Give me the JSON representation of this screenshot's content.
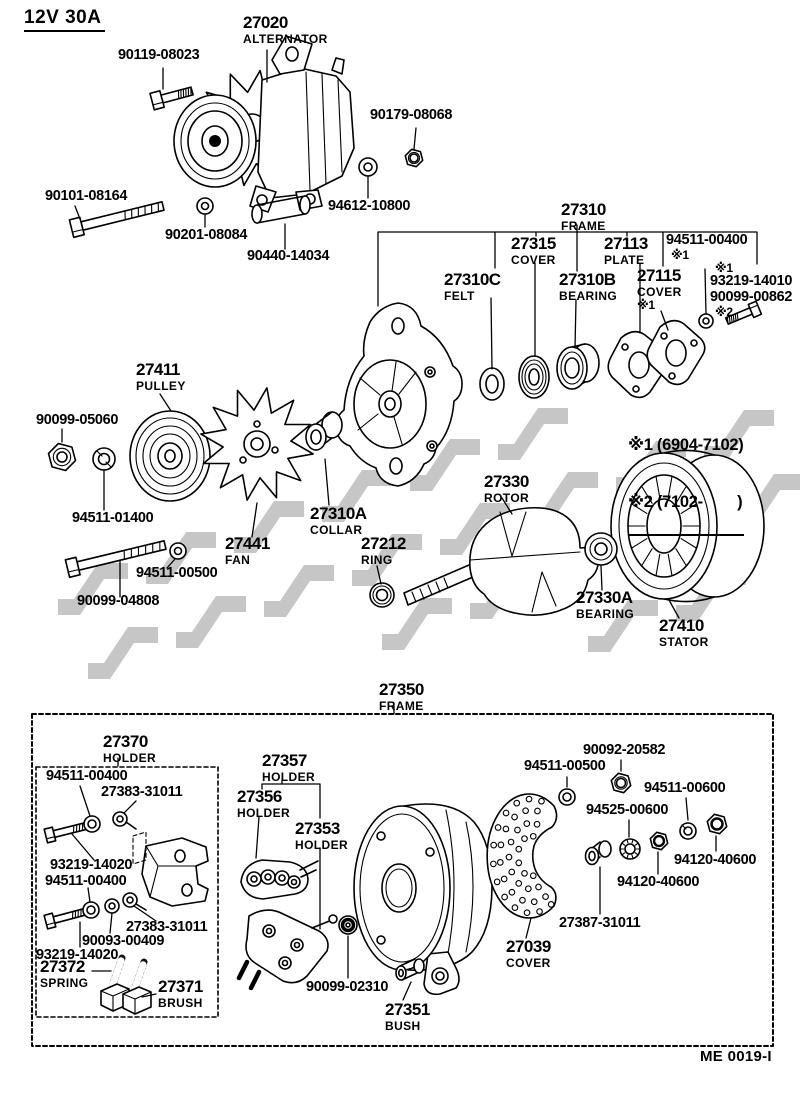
{
  "page": {
    "background": "#ffffff",
    "ink": "#000000",
    "watermark_color": "#c6c6c6"
  },
  "header": {
    "rating": "12V 30A"
  },
  "footer": {
    "doc_code": "ME 0019-I"
  },
  "notes": {
    "line1": "※1 (6904-7102)",
    "line2": "※2 (7102-        )"
  },
  "marks": {
    "star1": "※1",
    "star2": "※2"
  },
  "parts": {
    "alternator": {
      "num": "27020",
      "name": "ALTERNATOR"
    },
    "frame_front": {
      "num": "27310",
      "name": "FRAME"
    },
    "felt": {
      "num": "27310C",
      "name": "FELT"
    },
    "cover_front": {
      "num": "27315",
      "name": "COVER"
    },
    "bearing_front": {
      "num": "27310B",
      "name": "BEARING"
    },
    "plate": {
      "num": "27113",
      "name": "PLATE"
    },
    "cover_retainer": {
      "num": "27115",
      "name": "COVER"
    },
    "pulley": {
      "num": "27411",
      "name": "PULLEY"
    },
    "fan": {
      "num": "27441",
      "name": "FAN"
    },
    "collar": {
      "num": "27310A",
      "name": "COLLAR"
    },
    "ring": {
      "num": "27212",
      "name": "RING"
    },
    "rotor": {
      "num": "27330",
      "name": "ROTOR"
    },
    "bearing_rear": {
      "num": "27330A",
      "name": "BEARING"
    },
    "stator": {
      "num": "27410",
      "name": "STATOR"
    },
    "frame_rear": {
      "num": "27350",
      "name": "FRAME"
    },
    "holder_brush": {
      "num": "27370",
      "name": "HOLDER"
    },
    "holder_27356": {
      "num": "27356",
      "name": "HOLDER"
    },
    "holder_27357": {
      "num": "27357",
      "name": "HOLDER"
    },
    "holder_27353": {
      "num": "27353",
      "name": "HOLDER"
    },
    "spring": {
      "num": "27372",
      "name": "SPRING"
    },
    "brush": {
      "num": "27371",
      "name": "BRUSH"
    },
    "bush": {
      "num": "27351",
      "name": "BUSH"
    },
    "cover_rear": {
      "num": "27039",
      "name": "COVER"
    }
  },
  "fasteners": {
    "bolt_90119": "90119-08023",
    "nut_90179": "90179-08068",
    "bolt_90101": "90101-08164",
    "washer_90201": "90201-08084",
    "washer_94612": "94612-10800",
    "spacer_90440": "90440-14034",
    "nut_94511_00400_top": "94511-00400",
    "bolt_93219_14010": "93219-14010",
    "bolt_90099_00862": "90099-00862",
    "nut_90099_05060": "90099-05060",
    "washer_94511_01400": "94511-01400",
    "nut_94511_00500_top": "94511-00500",
    "bolt_90099_04808": "90099-04808",
    "nut_94511_00400_a": "94511-00400",
    "screw_27383_a": "27383-31011",
    "bolt_93219_14020_a": "93219-14020",
    "nut_94511_00400_b": "94511-00400",
    "screw_27383_b": "27383-31011",
    "washer_90093_00409": "90093-00409",
    "bolt_93219_14020_b": "93219-14020",
    "washer_90099_02310": "90099-02310",
    "nut_90092_20582": "90092-20582",
    "washer_94511_00500_b": "94511-00500",
    "washer_94511_00600": "94511-00600",
    "washer_94525_00600": "94525-00600",
    "nut_94120_40600_a": "94120-40600",
    "nut_94120_40600_b": "94120-40600",
    "bush_27387": "27387-31011"
  }
}
